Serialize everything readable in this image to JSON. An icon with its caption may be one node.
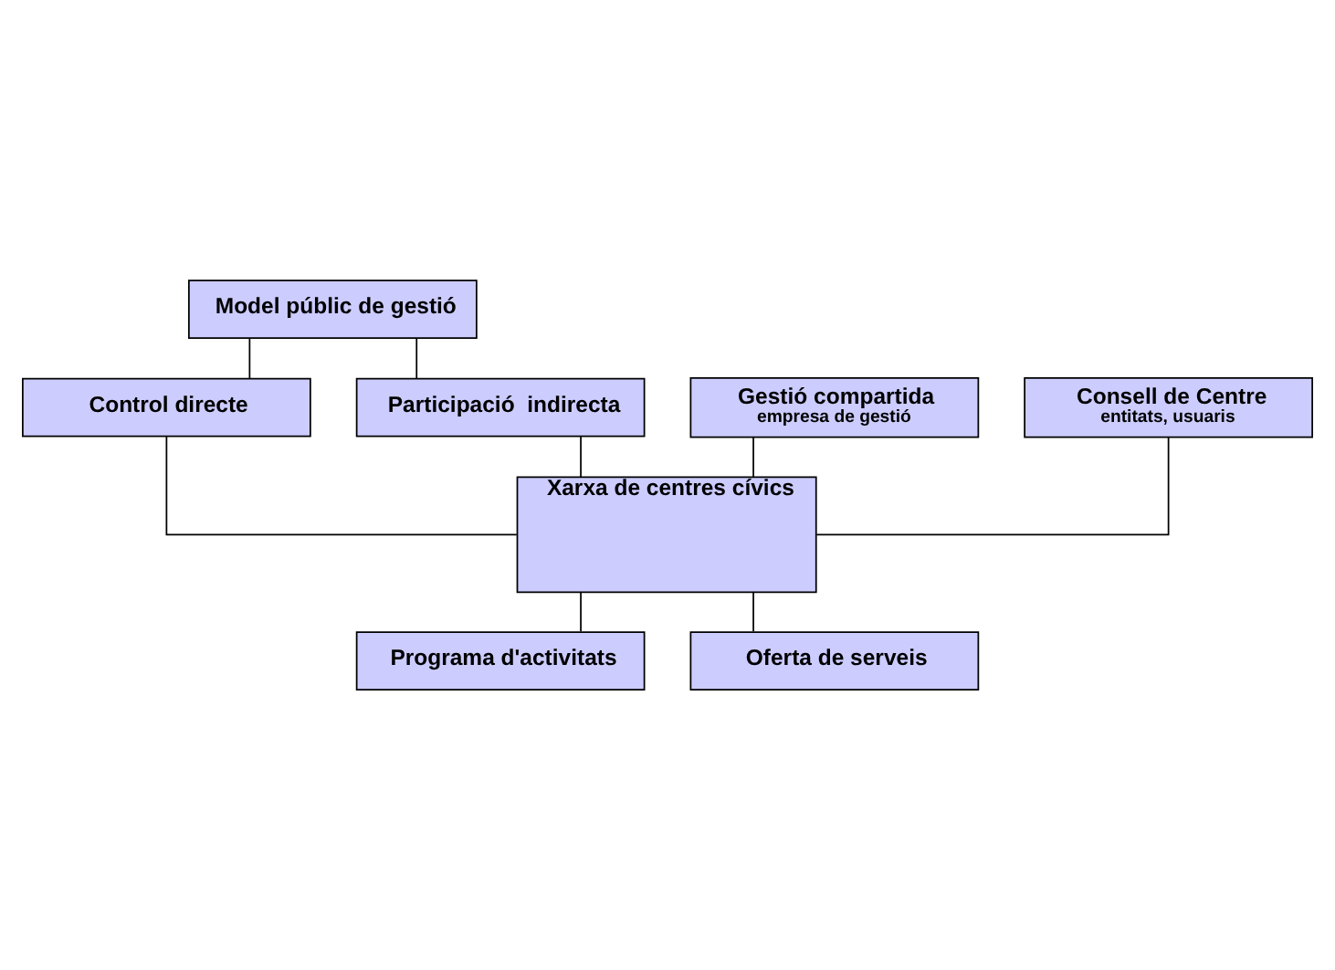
{
  "diagram": {
    "nodes": [
      {
        "text": [
          "Model públic de gestió"
        ]
      },
      {
        "text": [
          "Control directe"
        ]
      },
      {
        "text": [
          "Participació  indirecta"
        ]
      },
      {
        "text": [
          "Gestió compartida",
          "empresa de gestió"
        ]
      },
      {
        "text": [
          "Consell de Centre",
          "entitats, usuaris"
        ]
      },
      {
        "text": [
          "Xarxa de centres cívics"
        ]
      },
      {
        "text": [
          "Programa d'activitats"
        ]
      },
      {
        "text": [
          "Oferta de serveis"
        ]
      }
    ],
    "edges": [
      {
        "from": 0,
        "to": 1,
        "arrow": "none"
      },
      {
        "from": 0,
        "to": 2,
        "arrow": "none"
      },
      {
        "from": 1,
        "to": 5,
        "arrow": "none"
      },
      {
        "from": 2,
        "to": 5,
        "arrow": "none"
      },
      {
        "from": 3,
        "to": 5,
        "arrow": "none"
      },
      {
        "from": 4,
        "to": 5,
        "arrow": "none"
      },
      {
        "from": 5,
        "to": 6,
        "arrow": "none"
      },
      {
        "from": 5,
        "to": 7,
        "arrow": "none"
      }
    ]
  }
}
